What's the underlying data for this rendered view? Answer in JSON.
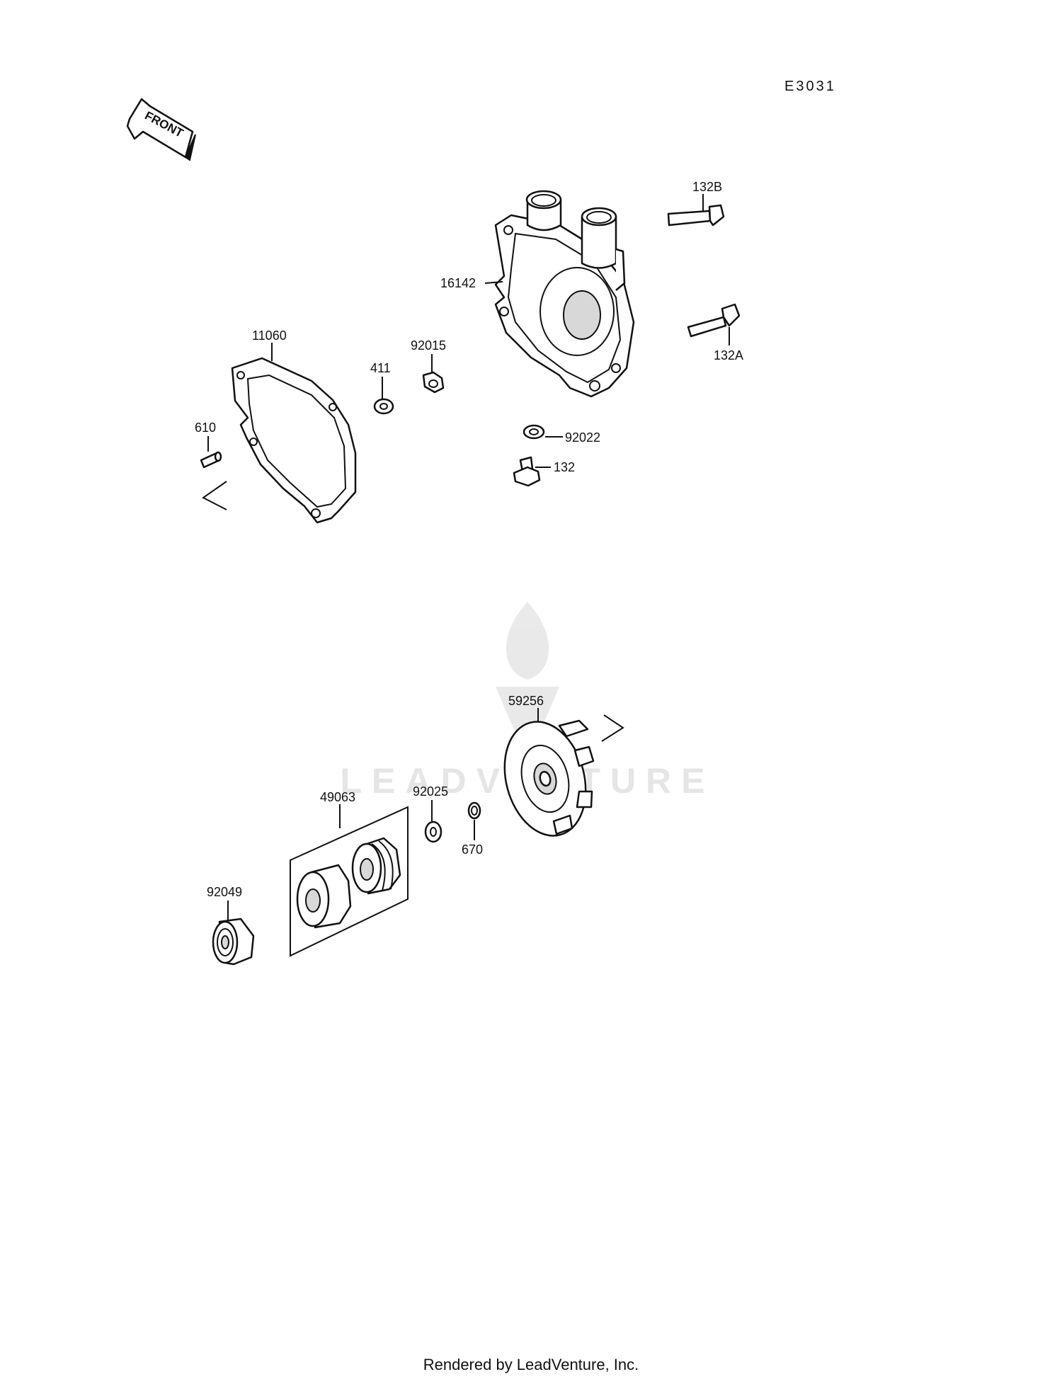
{
  "diagram": {
    "code": "E3031",
    "front_label": "FRONT",
    "watermark": "LEADVENTURE",
    "parts": {
      "p132B": "132B",
      "p16142": "16142",
      "p132A": "132A",
      "p11060": "11060",
      "p411": "411",
      "p92015": "92015",
      "p610": "610",
      "p92022": "92022",
      "p132": "132",
      "p59256": "59256",
      "p92025": "92025",
      "p49063": "49063",
      "p670": "670",
      "p92049": "92049"
    }
  },
  "footer": {
    "text": "Rendered by LeadVenture, Inc."
  }
}
